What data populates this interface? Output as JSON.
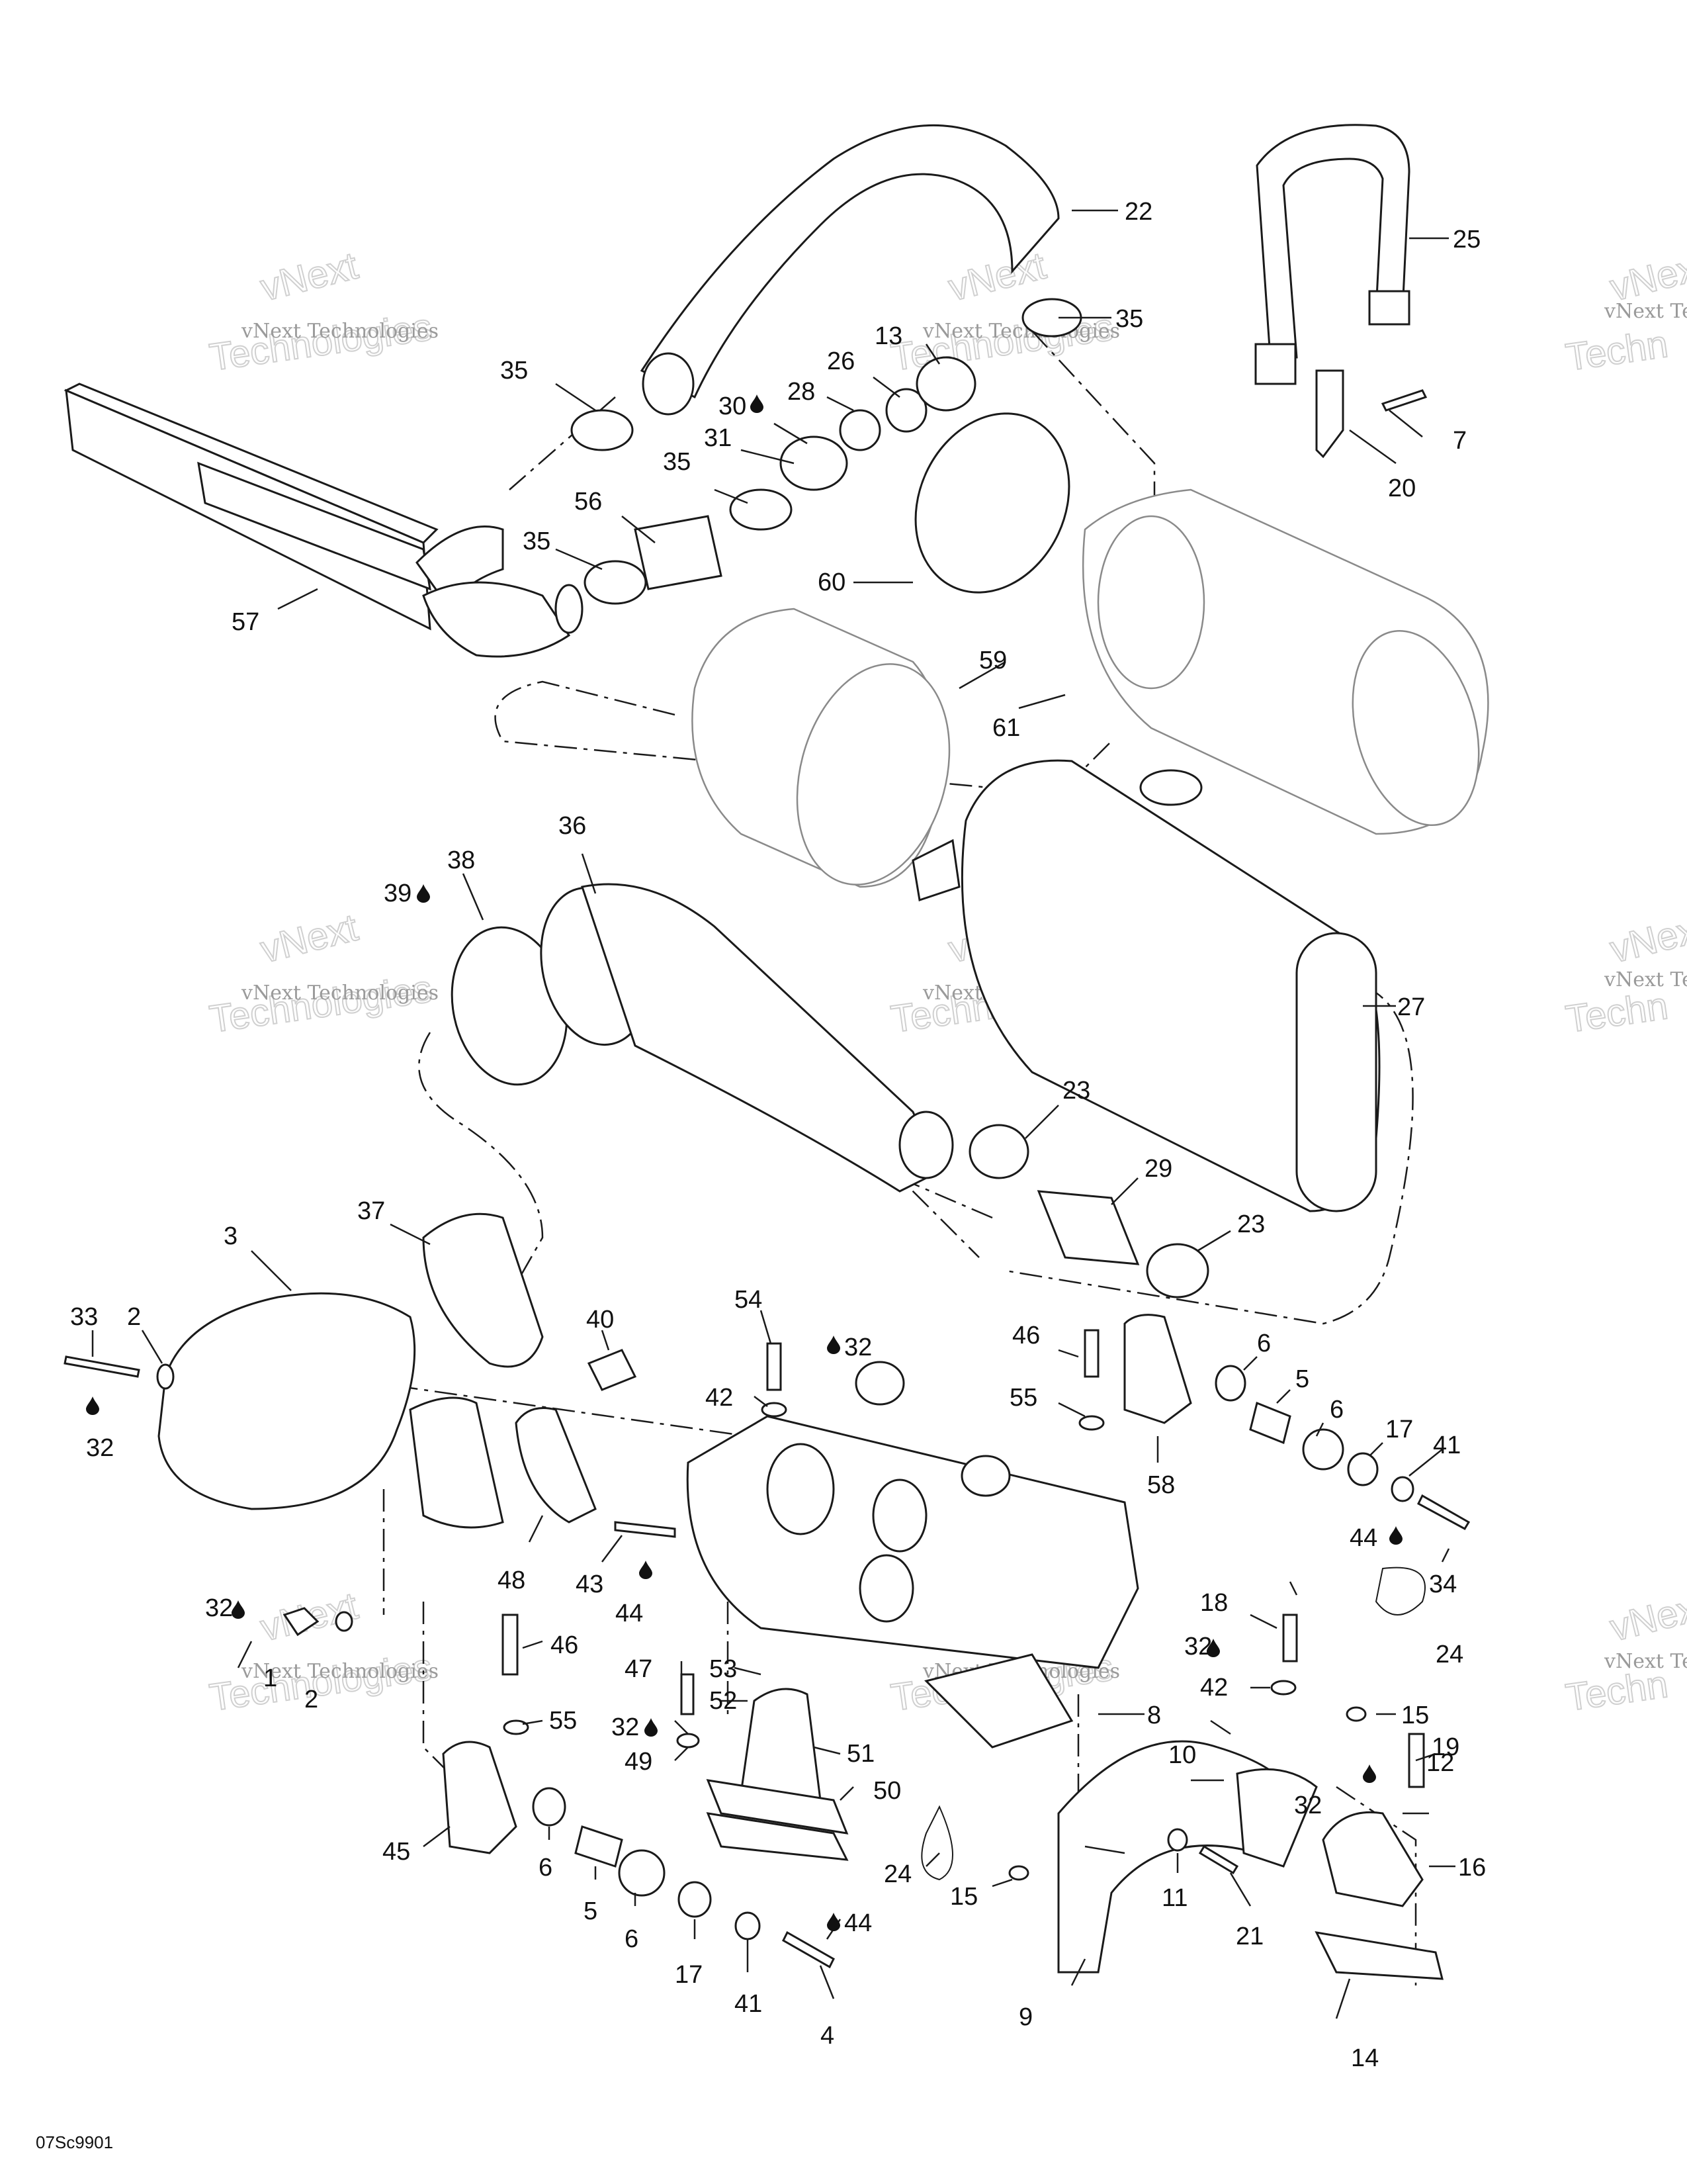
{
  "diagram_code": "07Sc9901",
  "watermark": {
    "line1": "vNext Technologies",
    "line2": "vNext",
    "line3": "Technologies",
    "line1_cut": "vNext Te",
    "line3_cut": "Techn"
  },
  "callouts": {
    "c1": "1",
    "c2a": "2",
    "c2b": "2",
    "c3": "3",
    "c4": "4",
    "c5a": "5",
    "c5b": "5",
    "c6a": "6",
    "c6b": "6",
    "c6c": "6",
    "c6d": "6",
    "c7": "7",
    "c8": "8",
    "c9": "9",
    "c10": "10",
    "c11": "11",
    "c12": "12",
    "c13": "13",
    "c14": "14",
    "c15a": "15",
    "c15b": "15",
    "c16": "16",
    "c17a": "17",
    "c17b": "17",
    "c18": "18",
    "c19": "19",
    "c20": "20",
    "c21": "21",
    "c22": "22",
    "c23a": "23",
    "c23b": "23",
    "c24a": "24",
    "c24b": "24",
    "c25": "25",
    "c26": "26",
    "c27": "27",
    "c28": "28",
    "c29": "29",
    "c30": "30",
    "c31": "31",
    "c32a": "32",
    "c32b": "32",
    "c32c": "32",
    "c32d": "32",
    "c32e": "32",
    "c32f": "32",
    "c33": "33",
    "c34": "34",
    "c35a": "35",
    "c35b": "35",
    "c35c": "35",
    "c35d": "35",
    "c36": "36",
    "c37": "37",
    "c38": "38",
    "c39": "39",
    "c40": "40",
    "c41a": "41",
    "c41b": "41",
    "c42a": "42",
    "c42b": "42",
    "c43": "43",
    "c44a": "44",
    "c44b": "44",
    "c44c": "44",
    "c45": "45",
    "c46a": "46",
    "c46b": "46",
    "c47": "47",
    "c48": "48",
    "c49": "49",
    "c50": "50",
    "c51": "51",
    "c52": "52",
    "c53": "53",
    "c54": "54",
    "c55a": "55",
    "c55b": "55",
    "c56": "56",
    "c57": "57",
    "c58": "58",
    "c59": "59",
    "c60": "60",
    "c61": "61"
  }
}
